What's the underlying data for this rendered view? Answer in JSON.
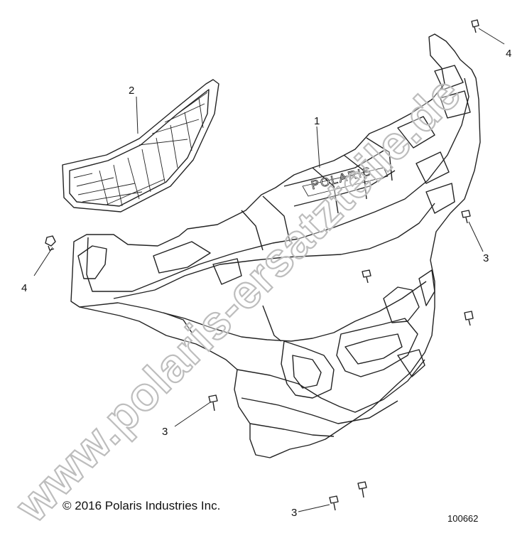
{
  "callouts": {
    "c1": "1",
    "c2": "2",
    "c3_right": "3",
    "c3_left": "3",
    "c3_bottom": "3",
    "c4_left": "4",
    "c4_top": "4"
  },
  "footer": {
    "copyright": "© 2016 Polaris Industries Inc.",
    "figure_number": "100662"
  },
  "branding": {
    "embossed_logo": "POLARIS",
    "watermark": "www.polaris-ersatzteile.de"
  },
  "colors": {
    "line": "#222222",
    "watermark": "#c8c8c8"
  }
}
